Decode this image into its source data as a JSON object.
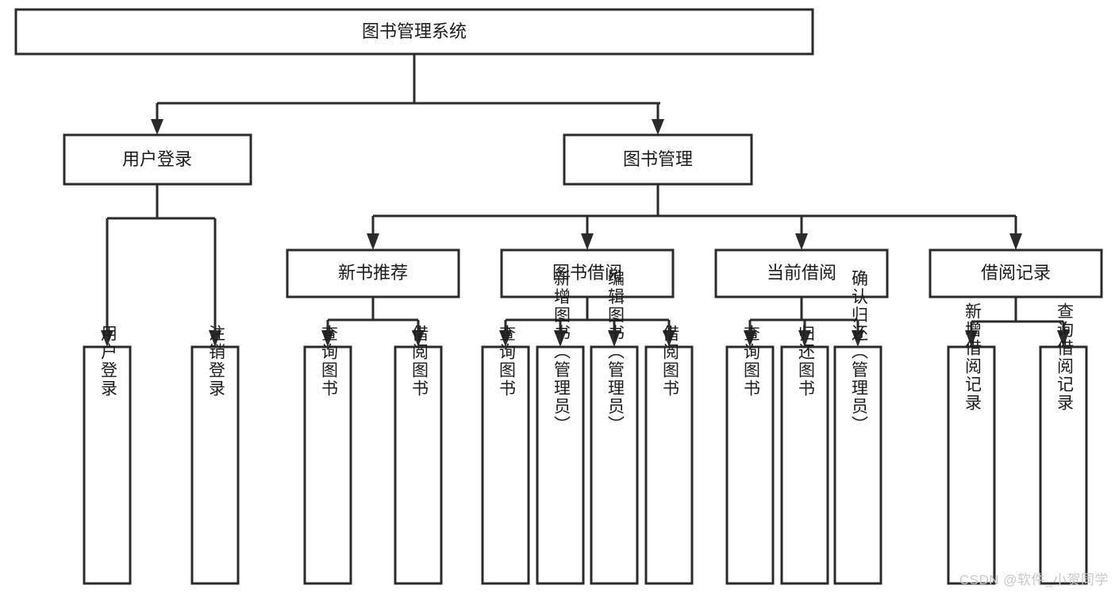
{
  "diagram": {
    "type": "tree-hierarchy",
    "title": "图书管理系统",
    "orientation": "top-down",
    "colors": {
      "box_stroke": "#2b2b2b",
      "box_fill": "#ffffff",
      "connector": "#2b2b2b",
      "background": "#ffffff",
      "watermark": "#c8c8c8"
    },
    "root": {
      "id": "root",
      "label": "图书管理系统"
    },
    "level2": [
      {
        "id": "user-login",
        "label": "用户登录"
      },
      {
        "id": "book-manage",
        "label": "图书管理"
      }
    ],
    "level3": [
      {
        "id": "new-book-rec",
        "label": "新书推荐",
        "parent": "book-manage"
      },
      {
        "id": "book-borrow",
        "label": "图书借阅",
        "parent": "book-manage"
      },
      {
        "id": "current-borrow",
        "label": "当前借阅",
        "parent": "book-manage"
      },
      {
        "id": "borrow-record",
        "label": "借阅记录",
        "parent": "book-manage"
      }
    ],
    "leaves": [
      {
        "id": "leaf-user-login",
        "label": "用户登录",
        "parent": "user-login"
      },
      {
        "id": "leaf-logout",
        "label": "注销登录",
        "parent": "user-login"
      },
      {
        "id": "leaf-query-book-1",
        "label": "查询图书",
        "parent": "new-book-rec"
      },
      {
        "id": "leaf-borrow-book-1",
        "label": "借阅图书",
        "parent": "new-book-rec"
      },
      {
        "id": "leaf-query-book-2",
        "label": "查询图书",
        "parent": "book-borrow"
      },
      {
        "id": "leaf-add-book",
        "label": "新增图书（管理员）",
        "parent": "book-borrow"
      },
      {
        "id": "leaf-edit-book",
        "label": "编辑图书（管理员）",
        "parent": "book-borrow"
      },
      {
        "id": "leaf-borrow-book-2",
        "label": "借阅图书",
        "parent": "book-borrow"
      },
      {
        "id": "leaf-query-book-3",
        "label": "查询图书",
        "parent": "current-borrow"
      },
      {
        "id": "leaf-return-book",
        "label": "归还图书",
        "parent": "current-borrow"
      },
      {
        "id": "leaf-confirm-return",
        "label": "确认归还（管理员）",
        "parent": "current-borrow"
      },
      {
        "id": "leaf-add-record",
        "label": "新增借阅记录",
        "parent": "borrow-record"
      },
      {
        "id": "leaf-query-record",
        "label": "查询借阅记录",
        "parent": "borrow-record"
      }
    ],
    "watermark": "CSDN @软件_小贺同学"
  }
}
